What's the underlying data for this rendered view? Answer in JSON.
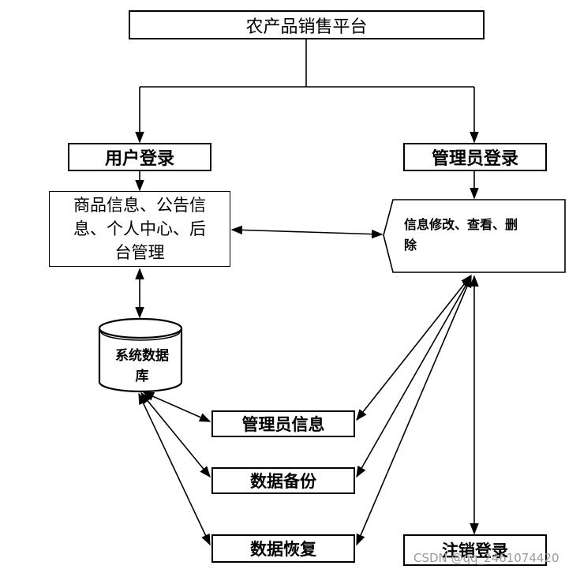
{
  "diagram": {
    "title": "农产品销售平台",
    "user_login": "用户登录",
    "admin_login": "管理员登录",
    "user_features_lines": [
      "商品信息、公告信",
      "息、个人中心、后",
      "台管理"
    ],
    "admin_ops_lines": [
      "信息修改、查看、删",
      "除"
    ],
    "database_lines": [
      "系统数据",
      "库"
    ],
    "admin_info": "管理员信息",
    "data_backup": "数据备份",
    "data_restore": "数据恢复",
    "logout": "注销登录"
  },
  "watermark": "CSDN @qq_2461074420"
}
